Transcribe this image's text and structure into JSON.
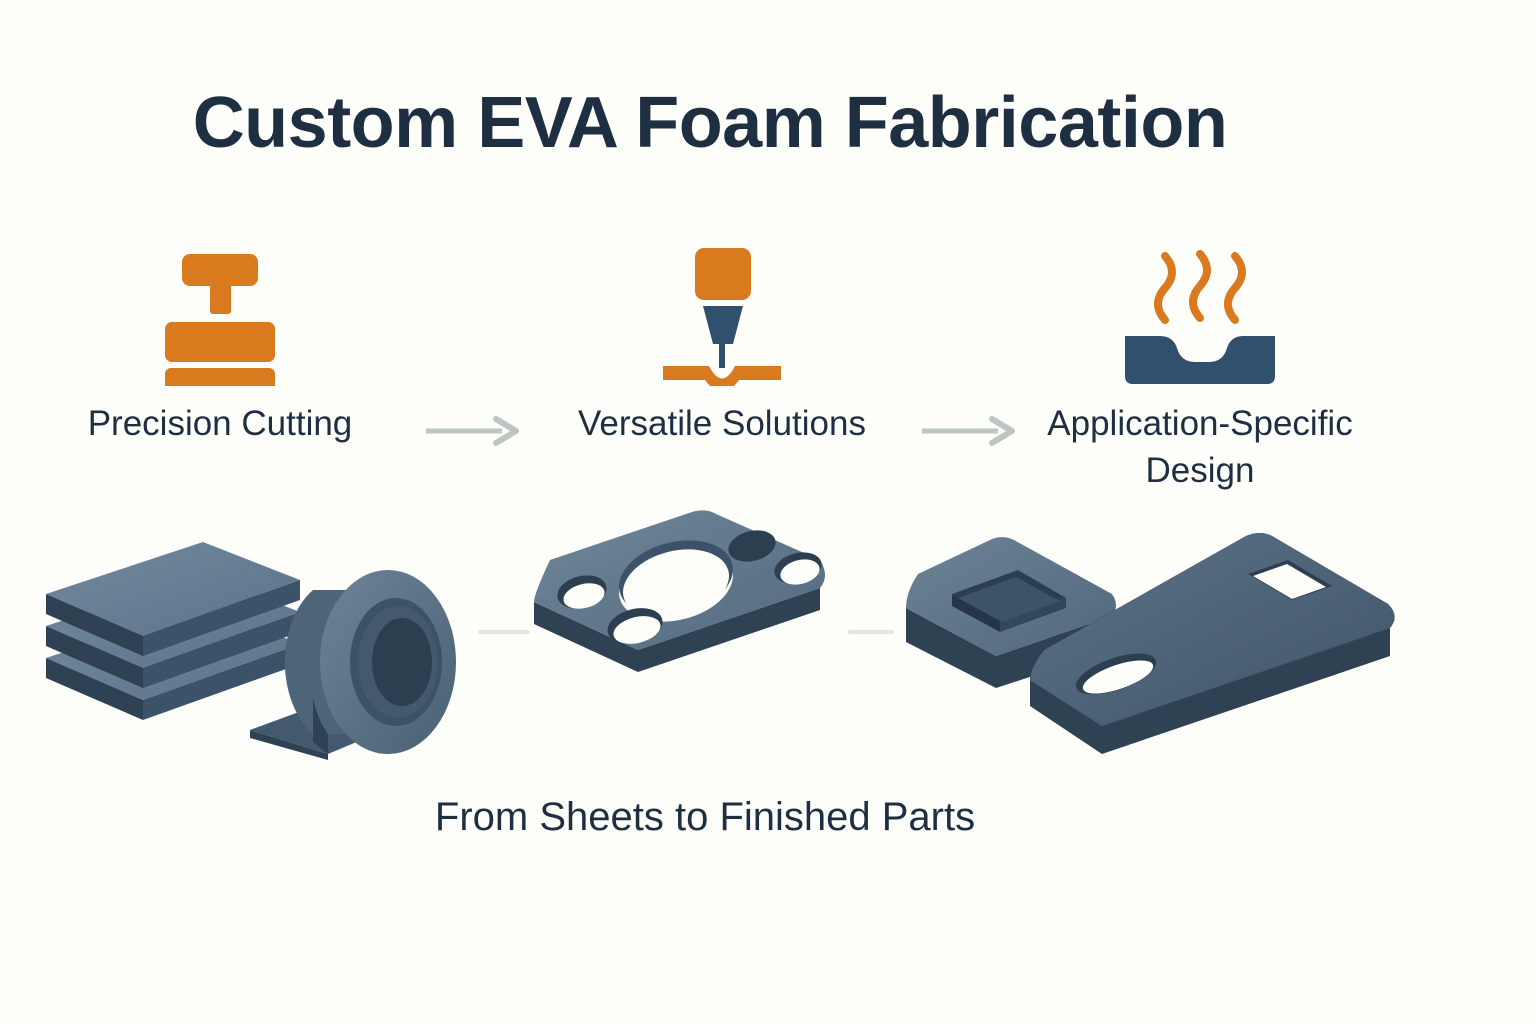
{
  "page": {
    "title": "Custom EVA Foam Fabrication",
    "caption": "From Sheets to Finished Parts"
  },
  "colors": {
    "background": "#fefefb",
    "title_text": "#1e2f42",
    "accent_orange": "#d97a1e",
    "accent_orange_dark": "#c06a18",
    "navy": "#30506e",
    "foam_top": "#6a8296",
    "foam_side": "#2e4254",
    "foam_front": "#3b5268",
    "arrow_gray": "#bcc6c3",
    "connector_gray": "#e6e6e2"
  },
  "steps": [
    {
      "id": "precision-cutting",
      "label": "Precision Cutting",
      "icon": "die-cutting-press-icon"
    },
    {
      "id": "versatile-solutions",
      "label": "Versatile Solutions",
      "icon": "cnc-cutting-head-icon"
    },
    {
      "id": "application-specific-design",
      "label": "Application-Specific Design",
      "icon": "thermoforming-mold-heat-icon"
    }
  ],
  "step_arrows": [
    {
      "id": "arrow-step-1-to-2",
      "icon": "arrow-right-icon"
    },
    {
      "id": "arrow-step-2-to-3",
      "icon": "arrow-right-icon"
    }
  ],
  "illustrations": [
    {
      "id": "foam-sheets-and-roll",
      "parts": [
        "foam-sheet-stack",
        "foam-roll"
      ]
    },
    {
      "id": "die-cut-gasket",
      "parts": [
        "gasket-plate-with-holes"
      ]
    },
    {
      "id": "finished-formed-parts",
      "parts": [
        "recessed-tray-block",
        "slotted-strip"
      ]
    }
  ],
  "connectors": [
    {
      "id": "connector-sheets-to-gasket",
      "icon": "connector-line-icon"
    },
    {
      "id": "connector-gasket-to-formed",
      "icon": "connector-line-icon"
    }
  ]
}
